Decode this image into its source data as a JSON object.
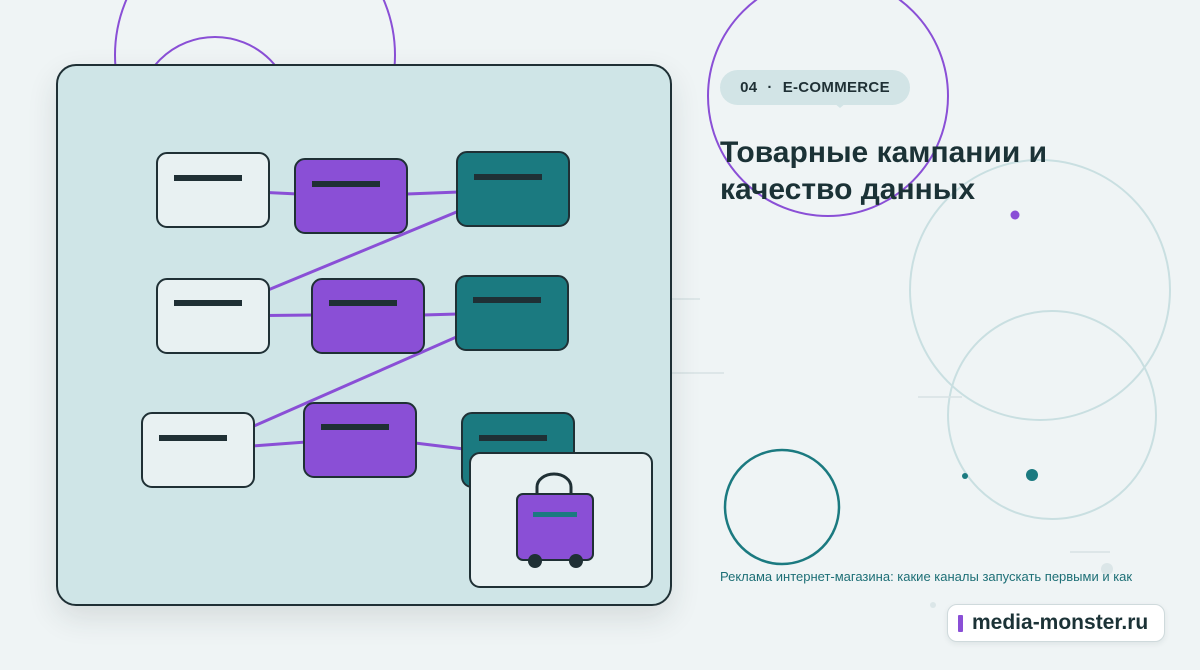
{
  "topic": {
    "number": "04",
    "separator": "·",
    "category": "E-COMMERCE"
  },
  "headline": "Товарные кампании и качество данных",
  "subtitle": "Реклама интернет-магазина: какие каналы запускать первыми и как",
  "brand": {
    "name": "media-monster.ru"
  },
  "colors": {
    "background": "#eff4f5",
    "panel": "#cfe5e7",
    "accent_purple": "#8a4fd6",
    "accent_teal": "#1b7a80",
    "ink": "#1b3236"
  },
  "illustration": {
    "rows": 3,
    "nodes_per_row": 3,
    "icon": "shopping-cart-bag-icon"
  }
}
